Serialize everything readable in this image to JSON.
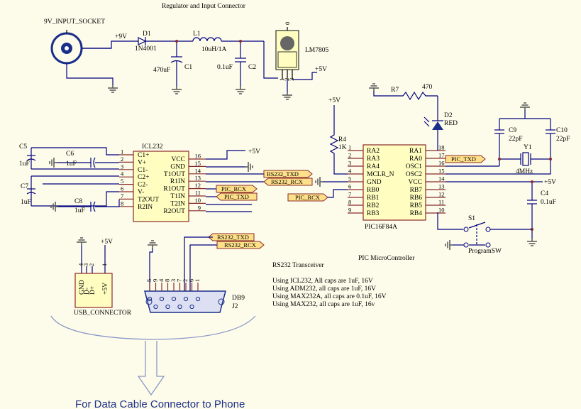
{
  "title": "Regulator and Input Connector",
  "input_socket": "9V_INPUT_SOCKET",
  "net_9v": "+9V",
  "net_5v": "+5V",
  "d1": {
    "ref": "D1",
    "part": "1N4001"
  },
  "l1": {
    "ref": "L1",
    "value": "10uH/1A"
  },
  "c1": {
    "ref": "C1",
    "value": "470uF"
  },
  "c2": {
    "ref": "C2",
    "value": "0.1uF"
  },
  "regulator": {
    "part": "LM7805",
    "pins": [
      "1",
      "2",
      "3"
    ],
    "tab": "0"
  },
  "r7": {
    "ref": "R7",
    "value": "470"
  },
  "d2": {
    "ref": "D2",
    "value": "RED"
  },
  "r4": {
    "ref": "R4",
    "value": "1K"
  },
  "icl232": {
    "name": "ICL232",
    "left_pins": [
      {
        "n": "1",
        "name": "C1+"
      },
      {
        "n": "2",
        "name": "V+"
      },
      {
        "n": "3",
        "name": "C1-"
      },
      {
        "n": "4",
        "name": "C2+"
      },
      {
        "n": "5",
        "name": "C2-"
      },
      {
        "n": "6",
        "name": "V-"
      },
      {
        "n": "7",
        "name": "T2OUT"
      },
      {
        "n": "8",
        "name": "R2IN"
      }
    ],
    "right_pins": [
      {
        "n": "16",
        "name": "VCC"
      },
      {
        "n": "15",
        "name": "GND"
      },
      {
        "n": "14",
        "name": "T1OUT"
      },
      {
        "n": "13",
        "name": "R1IN"
      },
      {
        "n": "12",
        "name": "R1OUT"
      },
      {
        "n": "11",
        "name": "T1IN"
      },
      {
        "n": "10",
        "name": "T2IN"
      },
      {
        "n": "9",
        "name": "R2OUT"
      }
    ]
  },
  "pic": {
    "name": "PIC16F84A",
    "left_pins": [
      {
        "n": "1",
        "name": "RA2"
      },
      {
        "n": "2",
        "name": "RA3"
      },
      {
        "n": "3",
        "name": "RA4"
      },
      {
        "n": "4",
        "name": "MCLR_N"
      },
      {
        "n": "5",
        "name": "GND"
      },
      {
        "n": "6",
        "name": "RB0"
      },
      {
        "n": "7",
        "name": "RB1"
      },
      {
        "n": "8",
        "name": "RB2"
      },
      {
        "n": "9",
        "name": "RB3"
      }
    ],
    "right_pins": [
      {
        "n": "18",
        "name": "RA1"
      },
      {
        "n": "17",
        "name": "RA0"
      },
      {
        "n": "16",
        "name": "OSC1"
      },
      {
        "n": "15",
        "name": "OSC2"
      },
      {
        "n": "14",
        "name": "VCC"
      },
      {
        "n": "13",
        "name": "RB7"
      },
      {
        "n": "12",
        "name": "RB6"
      },
      {
        "n": "11",
        "name": "RB5"
      },
      {
        "n": "10",
        "name": "RB4"
      }
    ]
  },
  "caps": {
    "c5": {
      "ref": "C5",
      "value": "1uF"
    },
    "c6": {
      "ref": "C6",
      "value": "1uF"
    },
    "c7": {
      "ref": "C7",
      "value": "1uF"
    },
    "c8": {
      "ref": "C8",
      "value": "1uF"
    },
    "c9": {
      "ref": "C9",
      "value": "22pF"
    },
    "c10": {
      "ref": "C10",
      "value": "22pF"
    },
    "c4": {
      "ref": "C4",
      "value": "0.1uF"
    }
  },
  "y1": {
    "ref": "Y1",
    "value": "4MHz"
  },
  "s1": {
    "ref": "S1",
    "label": "ProgramSW"
  },
  "ports": {
    "rs232_txd": "RS232_TXD",
    "rs232_rcx": "RS232_RCX",
    "pic_rcx": "PIC_RCX",
    "pic_txd": "PIC_TXD"
  },
  "usb": {
    "name": "USB_CONNECTOR",
    "pins": [
      "4",
      "3",
      "2",
      "1"
    ],
    "pin_names": [
      "GND",
      "D-",
      "D+",
      "+5V"
    ]
  },
  "db9": {
    "name": "DB9",
    "ref": "J2",
    "pins": [
      "5",
      "9",
      "4",
      "8",
      "3",
      "7",
      "2",
      "6",
      "1"
    ]
  },
  "pic_caption": "PIC MicroController",
  "notes": {
    "heading": "RS232 Transceiver",
    "lines": [
      "Using ICL232, All caps are 1uF, 16V",
      "Using ADM232, all caps are 1uF, 16V",
      "Using MAX232A, all caps are 0.1uF, 16V",
      "Using MAX232, all caps are 1uF, 16v"
    ]
  },
  "bottom_caption": "For Data Cable Connector to Phone"
}
